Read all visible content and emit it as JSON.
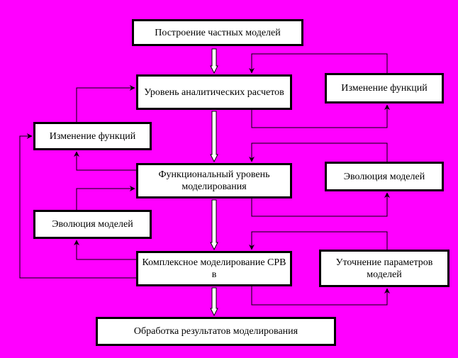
{
  "colors": {
    "background": "#ff00ff",
    "box_fill": "#ffffff",
    "line": "#000000"
  },
  "boxes": {
    "build": "Построение частных моделей",
    "analytic": "Уровень аналитических расчетов",
    "change_r1": "Изменение функций",
    "change_l": "Изменение функций",
    "functional": "Функциональный уровень моделирования",
    "evol_r": "Эволюция моделей",
    "evol_l": "Эволюция моделей",
    "complex": "Комплексное моделирование СРВ в",
    "refine": "Уточнение параметров моделей",
    "results": "Обработка результатов моделирования"
  }
}
